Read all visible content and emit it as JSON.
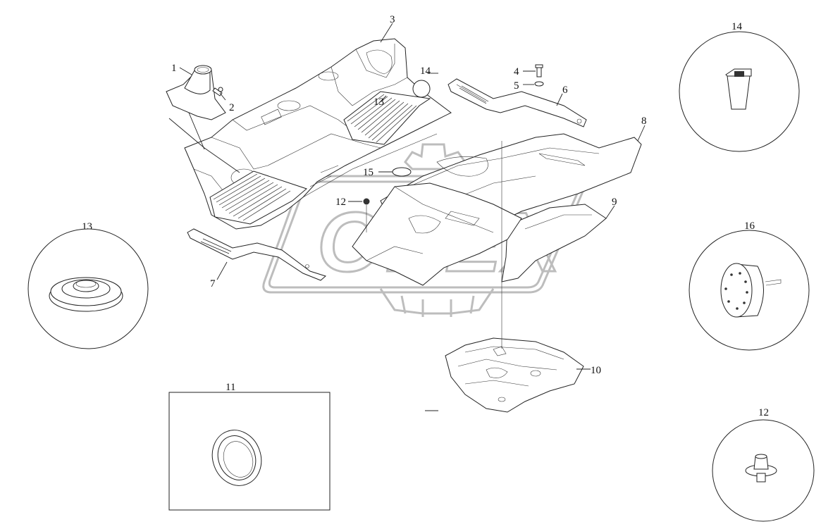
{
  "callouts": {
    "c1": "1",
    "c2": "2",
    "c3": "3",
    "c4": "4",
    "c5": "5",
    "c6": "6",
    "c7": "7",
    "c8": "8",
    "c9": "9",
    "c10": "10",
    "c12": "12",
    "c13": "13",
    "c14": "14",
    "c15": "15"
  },
  "details": {
    "d11": "11",
    "d12": "12",
    "d13": "13",
    "d14": "14",
    "d16": "16"
  },
  "watermark": {
    "text": "OPEX"
  },
  "colors": {
    "line": "#222222",
    "watermark": "#bdbdbd",
    "background": "#ffffff"
  }
}
